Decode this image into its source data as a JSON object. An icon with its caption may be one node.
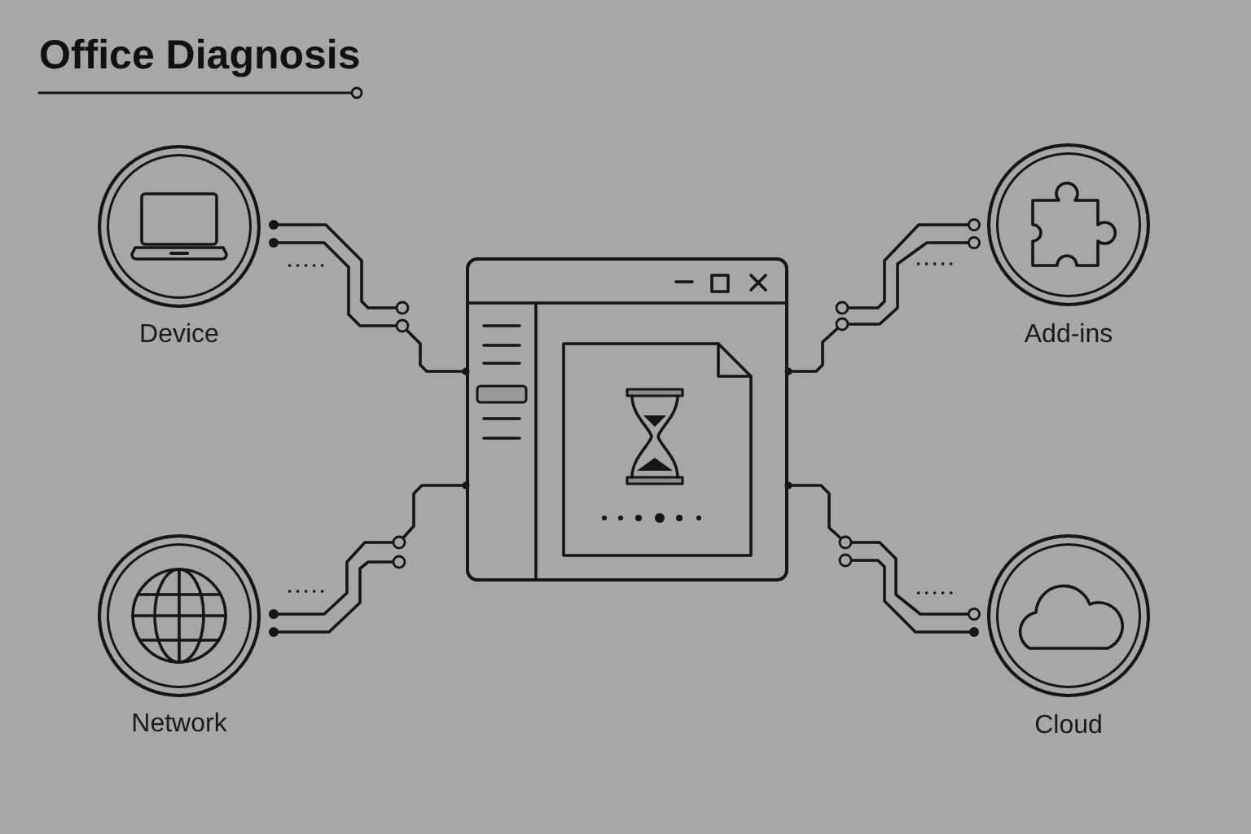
{
  "diagram": {
    "title": "Office Diagnosis",
    "nodes": [
      {
        "text": [
          "Device"
        ]
      },
      {
        "text": [
          "Add-ins"
        ]
      },
      {
        "text": [],
        "shape": "picture"
      },
      {
        "text": [
          "Network"
        ]
      },
      {
        "text": [
          "Cloud"
        ]
      }
    ],
    "edges": [
      {
        "from": 0,
        "to": 2,
        "arrow": "other"
      },
      {
        "from": 1,
        "to": 2,
        "arrow": "other"
      },
      {
        "from": 3,
        "to": 2,
        "arrow": "other"
      },
      {
        "from": 4,
        "to": 2,
        "arrow": "other"
      }
    ]
  }
}
